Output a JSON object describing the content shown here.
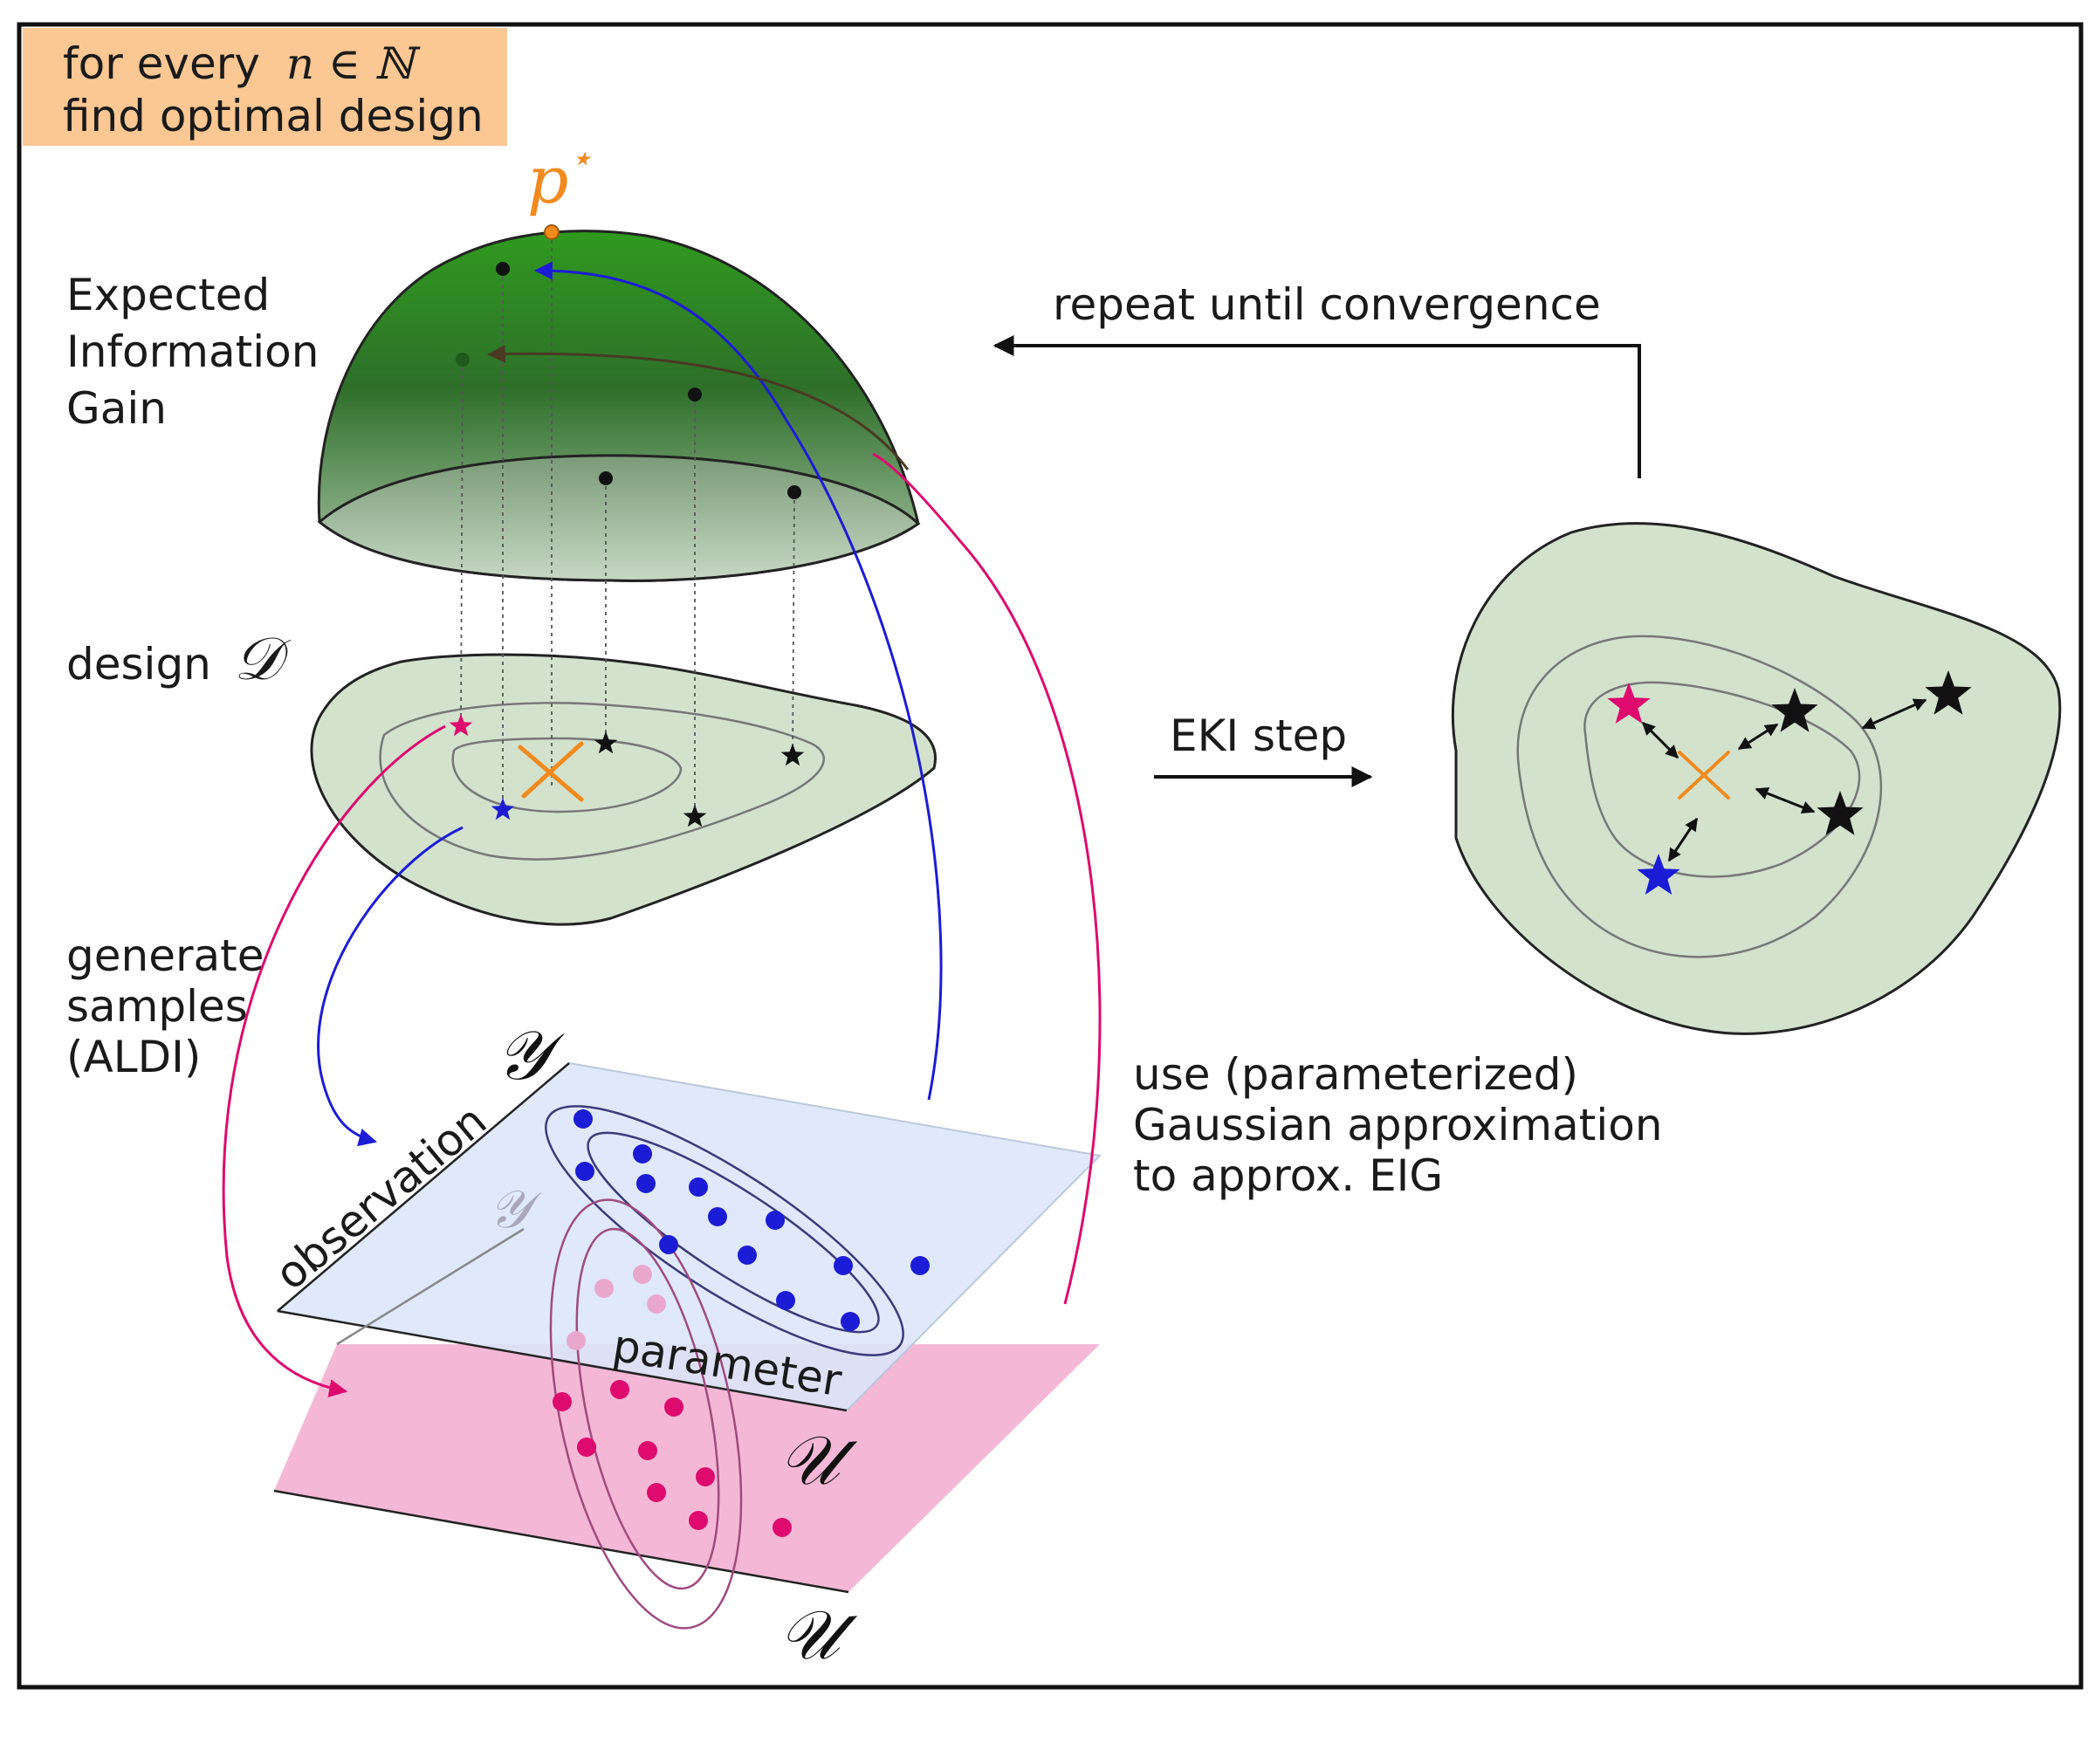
{
  "header_box": {
    "line1_text": "for every",
    "line1_math": "n ∈ ℕ",
    "line2": "find optimal design",
    "color": "#fbc793"
  },
  "optimum_label": "p",
  "optimum_superscript": "⋆",
  "eig_label": [
    "Expected",
    "Information",
    "Gain"
  ],
  "design_label": "design",
  "design_symbol": "𝒟",
  "generate_label": [
    "generate",
    "samples",
    "(ALDI)"
  ],
  "loop_label": "repeat until convergence",
  "eki_label": "EKI step",
  "gaussian_label": [
    "use (parameterized)",
    "Gaussian approximation",
    "to approx. EIG"
  ],
  "observation_label": "observation",
  "parameter_label": "parameter",
  "obs_symbol": "𝒴",
  "param_symbol": "𝒰",
  "colors": {
    "eig_top": "#2f9a1e",
    "eig_bottom": "#aec6ab",
    "design_fill": "#d2e2cd",
    "observation_plane": "#dbe6fa",
    "parameter_plane": "#f4b8d6",
    "blue": "#1c1cd6",
    "magenta": "#de0a6e",
    "orange": "#f28a1e",
    "dark_red_arrow": "#6b2d1e"
  }
}
